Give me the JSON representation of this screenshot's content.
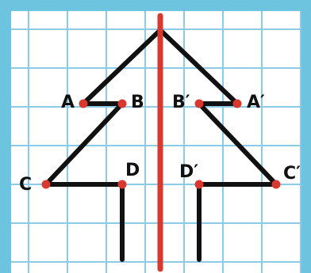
{
  "colors": {
    "frame": "#6cc4df",
    "paper": "#ffffff",
    "grid": "#8ccbe8",
    "ink": "#111111",
    "axis": "#d8382e",
    "point": "#d8382e"
  },
  "labels": {
    "A": "A",
    "B": "B",
    "C": "C",
    "D": "D",
    "A_prime": "A′",
    "B_prime": "B′",
    "C_prime": "C′",
    "D_prime": "D′"
  }
}
